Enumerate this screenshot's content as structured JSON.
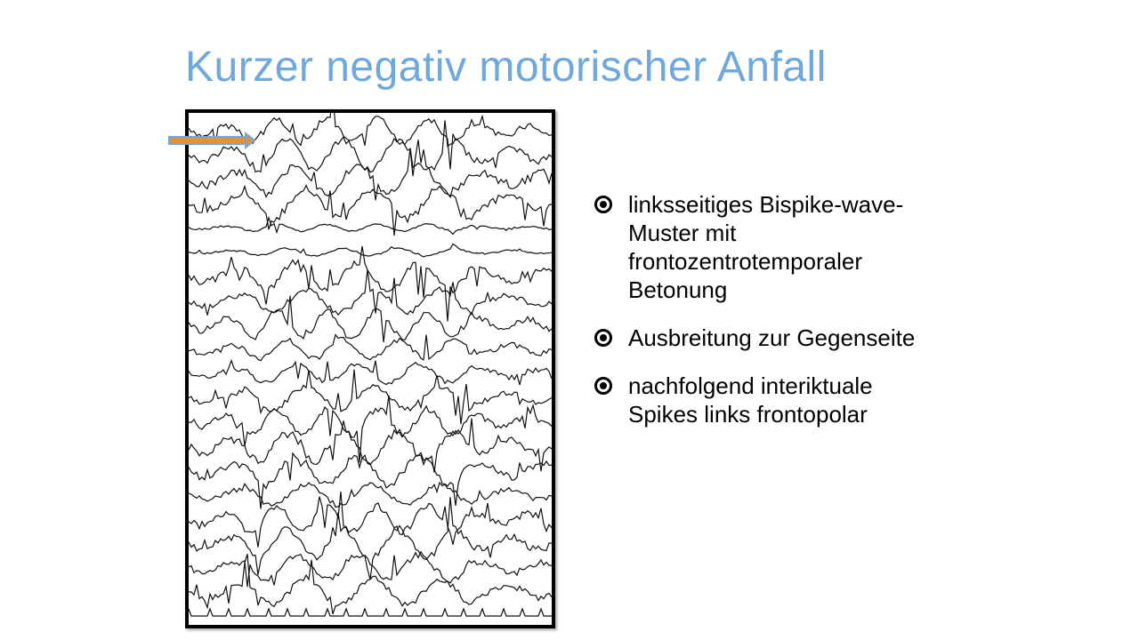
{
  "slide": {
    "title": "Kurzer negativ motorischer Anfall",
    "title_color": "#6FA8DC",
    "arrow_fill": "#E69138",
    "arrow_stroke": "#6FA8DC",
    "bullet_icon": "target-bullet-icon",
    "bullets": [
      {
        "text": "linksseitiges Bispike-wave-Muster mit frontozentrotemporaler Betonung"
      },
      {
        "text": "Ausbreitung zur Gegenseite"
      },
      {
        "text": "nachfolgend interiktuale Spikes links frontopolar"
      }
    ]
  }
}
